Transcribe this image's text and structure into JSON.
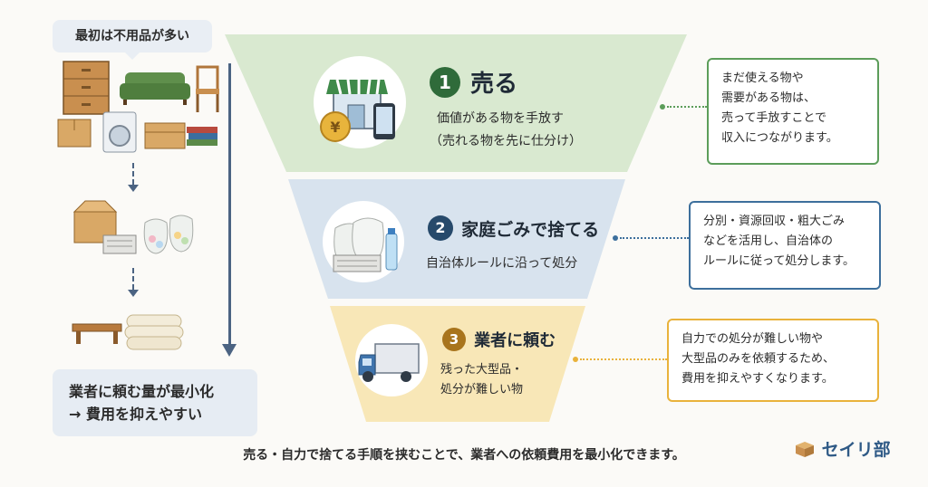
{
  "left": {
    "top_label": "最初は不用品が多い",
    "bottom_line1": "業者に頼む量が最小化",
    "bottom_line2": "→ 費用を抑えやすい"
  },
  "tiers": [
    {
      "number": "1",
      "title": "売る",
      "sub1": "価値がある物を手放す",
      "sub2": "（売れる物を先に仕分け）",
      "color": "#2f6b3a",
      "fill": "#d9e9d0"
    },
    {
      "number": "2",
      "title": "家庭ごみで捨てる",
      "sub1": "自治体ルールに沿って処分",
      "sub2": "",
      "color": "#274a6b",
      "fill": "#d8e3ee"
    },
    {
      "number": "3",
      "title": "業者に頼む",
      "sub1": "残った大型品・",
      "sub2": "処分が難しい物",
      "color": "#a8741c",
      "fill": "#f8e7b7"
    }
  ],
  "callouts": [
    {
      "lines": [
        "まだ使える物や",
        "需要がある物は、",
        "売って手放すことで",
        "収入につながります。"
      ],
      "color": "#5c9d5a"
    },
    {
      "lines": [
        "分別・資源回収・粗大ごみ",
        "などを活用し、自治体の",
        "ルールに従って処分します。"
      ],
      "color": "#3d6f9c"
    },
    {
      "lines": [
        "自力での処分が難しい物や",
        "大型品のみを依頼するため、",
        "費用を抑えやすくなります。"
      ],
      "color": "#e9b23b"
    }
  ],
  "footer": "売る・自力で捨てる手順を挟むことで、業者への依頼費用を最小化できます。",
  "brand": "セイリ部",
  "icons": [
    "furniture-icon",
    "sofa-icon",
    "chair-icon",
    "washing-machine-icon",
    "box-icon",
    "books-icon",
    "garbage-bag-icon",
    "newspaper-icon",
    "low-table-icon",
    "futon-icon",
    "shop-icon",
    "yen-coin-icon",
    "smartphone-icon",
    "water-bottle-icon",
    "truck-icon",
    "box-logo-icon"
  ]
}
